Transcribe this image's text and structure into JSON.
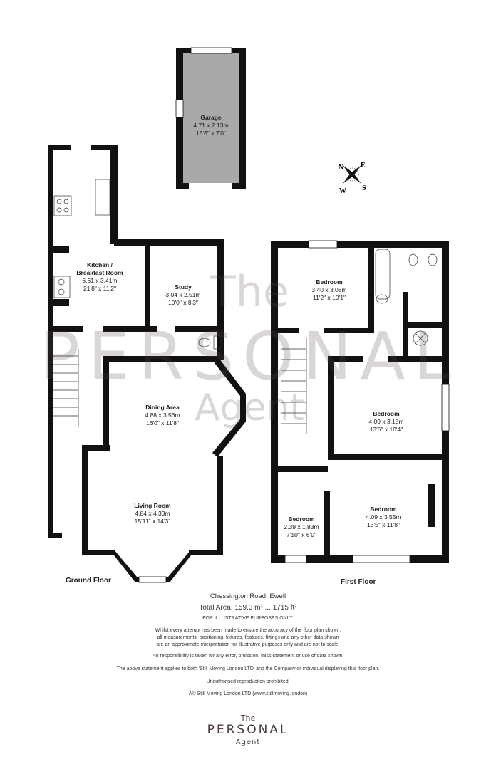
{
  "rooms": {
    "garage": {
      "name": "Garage",
      "metric": "4.71 x 2.13m",
      "imperial": "15'6\" x 7'0\""
    },
    "kitchen": {
      "name1": "Kitchen /",
      "name2": "Breakfast Room",
      "metric": "6.61 x 3.41m",
      "imperial": "21'8\" x 11'2\""
    },
    "study": {
      "name": "Study",
      "metric": "3.04 x 2.51m",
      "imperial": "10'0\" x 8'3\""
    },
    "dining": {
      "name": "Dining Area",
      "metric": "4.88 x 3.56m",
      "imperial": "16'0\" x 11'8\""
    },
    "living": {
      "name": "Living Room",
      "metric": "4.84 x 4.33m",
      "imperial": "15'11\" x 14'3\""
    },
    "bedroom1": {
      "name": "Bedroom",
      "metric": "3.40 x 3.08m",
      "imperial": "11'2\" x 10'1\""
    },
    "bedroom2": {
      "name": "Bedroom",
      "metric": "4.09 x 3.15m",
      "imperial": "13'5\" x 10'4\""
    },
    "bedroom3": {
      "name": "Bedroom",
      "metric": "2.39 x 1.83m",
      "imperial": "7'10\" x 6'0\""
    },
    "bedroom4": {
      "name": "Bedroom",
      "metric": "4.09 x 3.55m",
      "imperial": "13'5\" x 11'8\""
    }
  },
  "floors": {
    "ground": "Ground Floor",
    "first": "First Floor"
  },
  "compass": {
    "n": "N",
    "e": "E",
    "s": "S",
    "w": "W"
  },
  "watermark": {
    "line1": "The",
    "line2": "PERSONAL",
    "line3": "Agent"
  },
  "info": {
    "address": "Chessington Road, Ewell",
    "total_area": "Total Area: 159.3 m² ... 1715 ft²",
    "illustrative": "FOR ILLUSTRATIVE PURPOSES ONLY.",
    "disclaimer1": "Whilst every attempt has been made to ensure the accuracy of the floor plan shown,",
    "disclaimer2": "all measurements, positioning, fixtures, features, fittings and any other data shown",
    "disclaimer3": "are an approximate interpretation for illustrative purposes only and are not to scale.",
    "responsibility": "No responsibility is taken for any error, omission, miss-statement or use of data shown.",
    "statement": "The above statement applies to both 'Still Moving London LTD' and the Company or individual displaying this floor plan.",
    "unauthorised": "Unauthorised reproduction prohibited.",
    "copyright": "Â© Still Moving London LTD (www.stillmoving.london)"
  },
  "logo": {
    "line1": "The",
    "line2": "PERSONAL",
    "line3": "Agent"
  }
}
